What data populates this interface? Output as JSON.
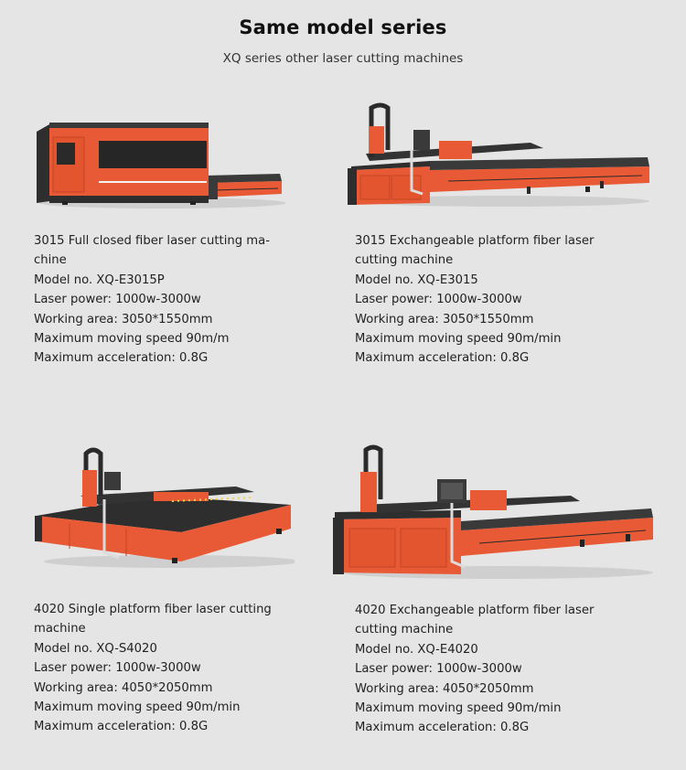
{
  "header": {
    "title": "Same model series",
    "subtitle": "XQ series other laser cutting machines"
  },
  "colors": {
    "background": "#e5e5e5",
    "machine_orange": "#e85a35",
    "machine_dark": "#3a3a3a"
  },
  "products": [
    {
      "name_line1": "3015 Full closed fiber laser cutting ma-",
      "name_line2": "chine",
      "model": "Model no. XQ-E3015P",
      "power": "Laser power: 1000w-3000w",
      "area": "Working area: 3050*1550mm",
      "speed": "Maximum moving speed 90m/m",
      "accel": "Maximum acceleration: 0.8G"
    },
    {
      "name_line1": "3015 Exchangeable platform fiber laser",
      "name_line2": "cutting machine",
      "model": "Model no. XQ-E3015",
      "power": "Laser power: 1000w-3000w",
      "area": "Working area: 3050*1550mm",
      "speed": "Maximum moving speed 90m/min",
      "accel": "Maximum acceleration: 0.8G"
    },
    {
      "name_line1": "4020 Single platform fiber laser cutting",
      "name_line2": "machine",
      "model": "Model no. XQ-S4020",
      "power": "Laser power: 1000w-3000w",
      "area": "Working area: 4050*2050mm",
      "speed": "Maximum moving speed 90m/min",
      "accel": "Maximum acceleration: 0.8G"
    },
    {
      "name_line1": "4020 Exchangeable platform fiber laser",
      "name_line2": "cutting machine",
      "model": "Model no. XQ-E4020",
      "power": "Laser power: 1000w-3000w",
      "area": "Working area: 4050*2050mm",
      "speed": "Maximum moving speed 90m/min",
      "accel": "Maximum acceleration: 0.8G"
    }
  ]
}
